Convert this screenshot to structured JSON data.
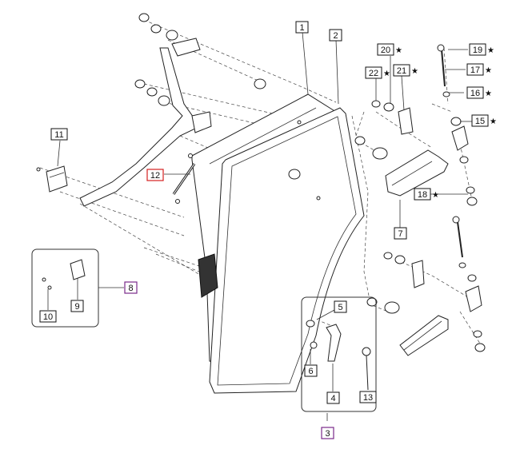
{
  "callouts": {
    "c1": "1",
    "c2": "2",
    "c3": "3",
    "c4": "4",
    "c5": "5",
    "c6": "6",
    "c7": "7",
    "c8": "8",
    "c9": "9",
    "c10": "10",
    "c11": "11",
    "c12": "12",
    "c13": "13",
    "c15": "15",
    "c16": "16",
    "c17": "17",
    "c18": "18",
    "c19": "19",
    "c20": "20",
    "c21": "21",
    "c22": "22"
  },
  "star_glyph": "★",
  "colors": {
    "callout_box": "#111111",
    "highlight_box": "#d42020",
    "kit_box": "#7a2a8a",
    "linework": "#222222"
  }
}
